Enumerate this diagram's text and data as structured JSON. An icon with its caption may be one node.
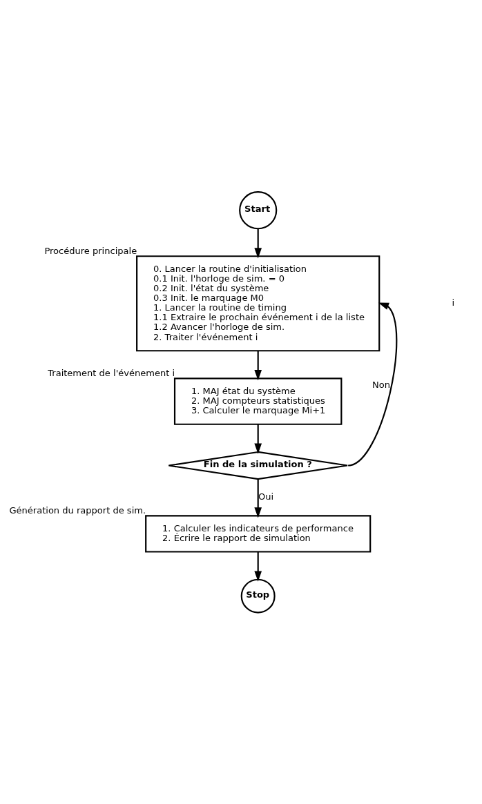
{
  "diagram": {
    "nodes": [
      {
        "text": [
          "Start"
        ]
      },
      {
        "text": [
          "0. Lancer la routine d'initialisation",
          "0.1 Init. l'horloge de sim. = 0",
          "0.2 Init. l'état du système",
          "0.3 Init. le marquage M0",
          "1. Lancer la routine de timing",
          "1.1 Extraire le prochain événement i de la liste",
          "1.2 Avancer l'horloge de sim.",
          "2. Traiter l'événement i"
        ],
        "beside": [
          "Procédure principale"
        ]
      },
      {
        "text": [
          "1. MAJ état du système",
          "2. MAJ compteurs statistiques",
          "3. Calculer le marquage Mi+1"
        ],
        "beside": [
          "Traitement de l'événement i"
        ]
      },
      {
        "text": [
          "Fin de la simulation ?"
        ]
      },
      {
        "text": [
          "1. Calculer les indicateurs de performance",
          "2. Écrire le rapport de simulation"
        ],
        "beside": [
          "Génération du rapport de sim."
        ]
      },
      {
        "text": [
          "Stop"
        ]
      }
    ],
    "edges": [
      {
        "from": 0,
        "to": 1,
        "arrow": "to"
      },
      {
        "from": 1,
        "to": 2,
        "arrow": "to"
      },
      {
        "from": 2,
        "to": 3,
        "arrow": "to"
      },
      {
        "from": 3,
        "to": 4,
        "arrow": "to",
        "label": "Oui"
      },
      {
        "from": 3,
        "to": 1,
        "arrow": "to",
        "label": "Non"
      },
      {
        "from": 4,
        "to": 5,
        "arrow": "to"
      }
    ],
    "labels": [
      "i"
    ]
  }
}
